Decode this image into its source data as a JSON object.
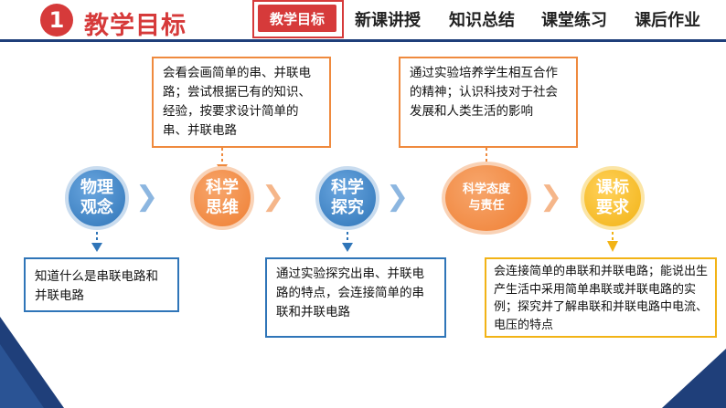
{
  "header": {
    "section_number": "1",
    "title": "教学目标",
    "nav": [
      "教学目标",
      "新课讲授",
      "知识总结",
      "课堂练习",
      "课后作业"
    ]
  },
  "circles": [
    {
      "label": "物理\n观念"
    },
    {
      "label": "科学\n思维"
    },
    {
      "label": "科学\n探究"
    },
    {
      "label": "科学态度\n与责任"
    },
    {
      "label": "课标\n要求"
    }
  ],
  "boxes": {
    "thinking": "会看会画简单的串、并联电路；尝试根据已有的知识、经验，按要求设计简单的串、并联电路",
    "attitude": "通过实验培养学生相互合作的精神；认识科技对于社会发展和人类生活的影响",
    "concept": "知道什么是串联电路和并联电路",
    "inquiry": "通过实验探究出串、并联电路的特点，会连接简单的串联和并联电路",
    "standard": "会连接简单的串联和并联电路；能说出生产生活中采用简单串联或并联电路的实例；探究并了解串联和并联电路中电流、电压的特点"
  },
  "colors": {
    "red": "#d63a3a",
    "navy": "#1f3f7a",
    "blue": "#2f75b8",
    "orange": "#ef7f33",
    "yellow": "#f2b316"
  }
}
